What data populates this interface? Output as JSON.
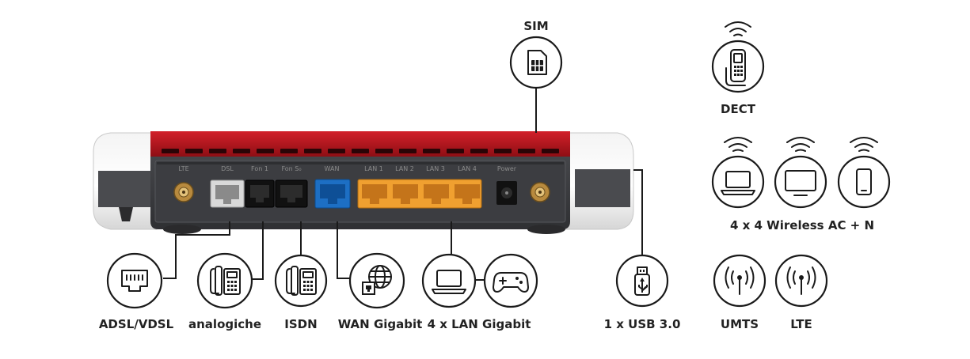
{
  "labels": {
    "sim": "SIM",
    "dect": "DECT",
    "wireless": "4 x 4 Wireless AC + N",
    "adsl": "ADSL/VDSL",
    "analog": "analogiche",
    "isdn": "ISDN",
    "wan": "WAN Gigabit",
    "lan": "4 x LAN Gigabit",
    "usb": "1 x USB 3.0",
    "umts": "UMTS",
    "lte": "LTE"
  },
  "port_labels": {
    "lte": "LTE",
    "dsl": "DSL",
    "fon1": "Fon 1",
    "fon2": "Fon S₀",
    "wan": "WAN",
    "lan1": "LAN 1",
    "lan2": "LAN 2",
    "lan3": "LAN 3",
    "lan4": "LAN 4",
    "power": "Power"
  },
  "icons": {
    "sim": "sim-card-icon",
    "dect": "cordless-phone-icon",
    "laptop": "laptop-icon",
    "monitor": "monitor-icon",
    "tablet": "tablet-icon",
    "adsl": "dsl-socket-icon",
    "analog": "analog-phone-icon",
    "isdn": "isdn-phone-icon",
    "wan": "globe-network-icon",
    "lan_laptop": "laptop-icon",
    "gamepad": "gamepad-icon",
    "usb": "usb-stick-icon",
    "umts": "antenna-icon",
    "lte": "antenna-icon"
  },
  "colors": {
    "router_red": "#b3121b",
    "router_dark": "#3a3a3c",
    "lan_orange": "#f0a030",
    "wan_blue": "#1d6fc4",
    "dsl_grey": "#d8d8d8",
    "outline": "#1a1a1a"
  }
}
